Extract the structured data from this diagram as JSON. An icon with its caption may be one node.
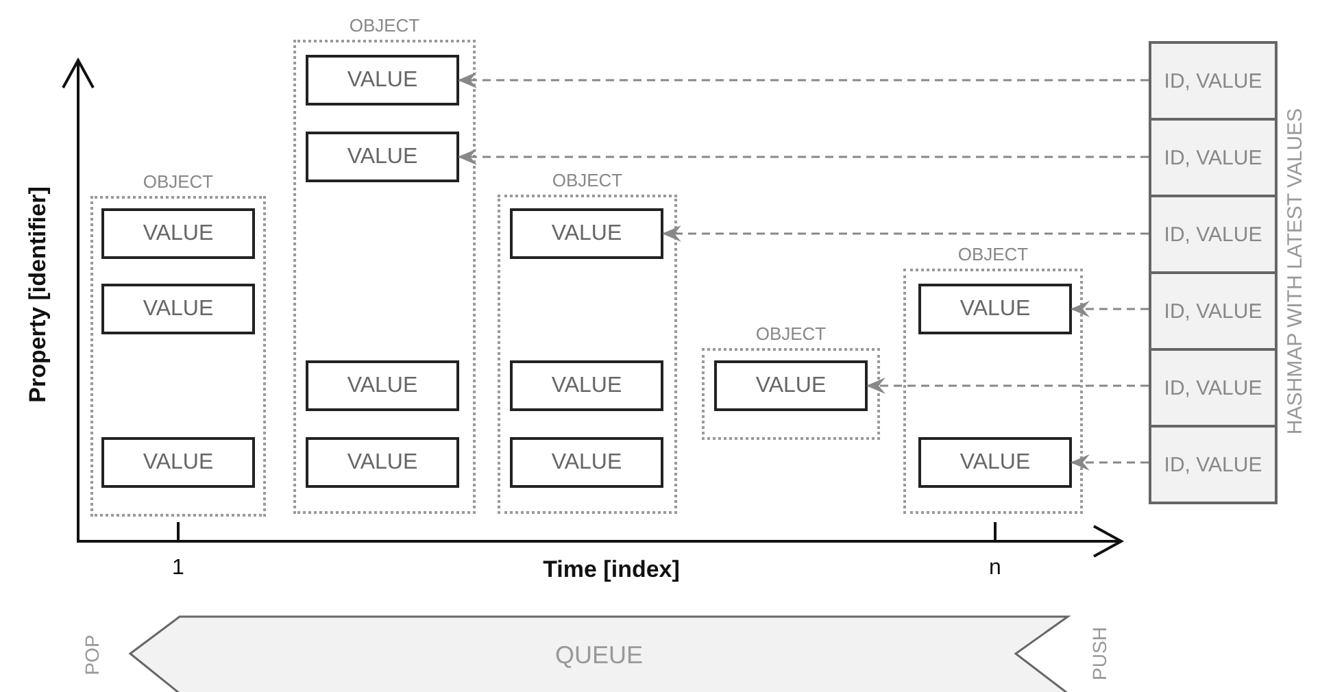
{
  "diagram": {
    "nodes": [
      {
        "text": [
          "OBJECT"
        ]
      },
      {
        "text": [
          "VALUE"
        ],
        "in": 0
      },
      {
        "text": [
          "VALUE"
        ],
        "in": 0
      },
      {
        "text": [
          "VALUE"
        ],
        "in": 0
      },
      {
        "text": [
          "OBJECT"
        ]
      },
      {
        "text": [
          "VALUE"
        ],
        "in": 4
      },
      {
        "text": [
          "VALUE"
        ],
        "in": 4
      },
      {
        "text": [
          "VALUE"
        ],
        "in": 4
      },
      {
        "text": [
          "VALUE"
        ],
        "in": 4
      },
      {
        "text": [
          "OBJECT"
        ]
      },
      {
        "text": [
          "VALUE"
        ],
        "in": 9
      },
      {
        "text": [
          "VALUE"
        ],
        "in": 9
      },
      {
        "text": [
          "VALUE"
        ],
        "in": 9
      },
      {
        "text": [
          "OBJECT"
        ]
      },
      {
        "text": [
          "VALUE"
        ],
        "in": 13
      },
      {
        "text": [
          "OBJECT"
        ]
      },
      {
        "text": [
          "VALUE"
        ],
        "in": 15
      },
      {
        "text": [
          "VALUE"
        ],
        "in": 15
      },
      {
        "text": [
          "ID, VALUE"
        ]
      },
      {
        "text": [
          "ID, VALUE"
        ]
      },
      {
        "text": [
          "ID, VALUE"
        ]
      },
      {
        "text": [
          "ID, VALUE"
        ]
      },
      {
        "text": [
          "ID, VALUE"
        ]
      },
      {
        "text": [
          "ID, VALUE"
        ]
      },
      {
        "text": [
          "QUEUE"
        ]
      }
    ],
    "edges": [
      {
        "from": 18,
        "to": 5,
        "arrow": "to",
        "style": "dashed"
      },
      {
        "from": 19,
        "to": 6,
        "arrow": "to",
        "style": "dashed"
      },
      {
        "from": 20,
        "to": 10,
        "arrow": "to",
        "style": "dashed"
      },
      {
        "from": 21,
        "to": 16,
        "arrow": "to",
        "style": "dashed"
      },
      {
        "from": 22,
        "to": 14,
        "arrow": "to",
        "style": "dashed"
      },
      {
        "from": 23,
        "to": 17,
        "arrow": "to",
        "style": "dashed"
      }
    ],
    "labels": [
      "HASHMAP WITH LATEST VALUES",
      "Property [identifier]",
      "1",
      "Time [index]",
      "n",
      "POP",
      "PUSH"
    ]
  }
}
